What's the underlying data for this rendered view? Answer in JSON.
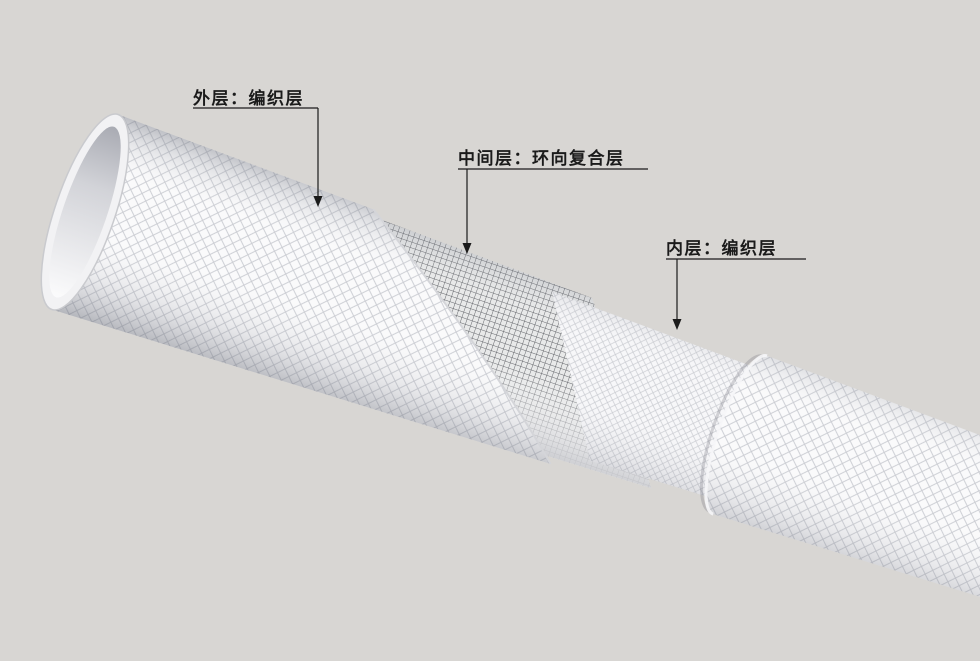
{
  "scene": {
    "background": "#d8d6d3",
    "subject": "three-layer braided hose cutaway"
  },
  "annotations": [
    {
      "id": "outer-layer",
      "text": "外层：编织层"
    },
    {
      "id": "middle-layer",
      "text": "中间层：环向复合层"
    },
    {
      "id": "inner-layer",
      "text": "内层：编织层"
    }
  ],
  "colors": {
    "background": "#d8d6d3",
    "annotation_line": "#1b1b1b",
    "tube_surface": "#fafafb",
    "braid_line": "#c9cbd1",
    "mesh_line": "#4d4f55",
    "shadow_edge": "#606470"
  }
}
